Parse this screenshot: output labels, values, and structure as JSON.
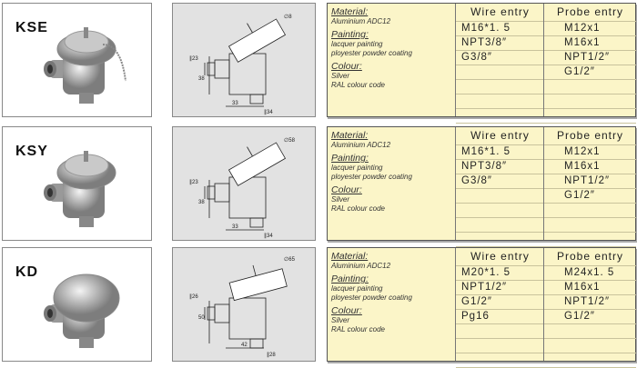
{
  "products": [
    {
      "code": "KSE",
      "material_label": "Material:",
      "material": "Aluminium ADC12",
      "painting_label": "Painting:",
      "painting": [
        "lacquer painting",
        "ployester powder coating"
      ],
      "colour_label": "Colour:",
      "colour": [
        "Silver",
        "RAL colour code"
      ],
      "wire_header": "Wire entry",
      "probe_header": "Probe entry",
      "wire": [
        "M16*1. 5",
        "NPT3/8″",
        "G3/8″",
        "",
        "",
        "",
        ""
      ],
      "probe": [
        "M12x1",
        "M16x1",
        "NPT1/2″",
        "G1/2″",
        "",
        "",
        ""
      ],
      "dims": {
        "head": "∅8",
        "entry": "∥23",
        "height": "38",
        "width": "33",
        "stem": "∥34"
      }
    },
    {
      "code": "KSY",
      "material_label": "Material:",
      "material": "Aluminium ADC12",
      "painting_label": "Painting:",
      "painting": [
        "lacquer painting",
        "ployester powder coating"
      ],
      "colour_label": "Colour:",
      "colour": [
        "Silver",
        "RAL colour code"
      ],
      "wire_header": "Wire entry",
      "probe_header": "Probe entry",
      "wire": [
        "M16*1. 5",
        "NPT3/8″",
        "G3/8″",
        "",
        "",
        "",
        ""
      ],
      "probe": [
        "M12x1",
        "M16x1",
        "NPT1/2″",
        "G1/2″",
        "",
        "",
        ""
      ],
      "dims": {
        "head": "∅58",
        "entry": "∥23",
        "height": "38",
        "width": "33",
        "stem": "∥34"
      }
    },
    {
      "code": "KD",
      "material_label": "Material:",
      "material": "Aluminium ADC12",
      "painting_label": "Painting:",
      "painting": [
        "lacquer painting",
        "ployester powder coating"
      ],
      "colour_label": "Colour:",
      "colour": [
        "Silver",
        "RAL colour code"
      ],
      "wire_header": "Wire entry",
      "probe_header": "Probe entry",
      "wire": [
        "M20*1. 5",
        "NPT1/2″",
        "G1/2″",
        "Pg16",
        "",
        "",
        ""
      ],
      "probe": [
        "M24x1. 5",
        "M16x1",
        "NPT1/2″",
        "G1/2″",
        "",
        "",
        ""
      ],
      "dims": {
        "head": "∅65",
        "entry": "∥26",
        "height": "50",
        "width": "42",
        "stem": "∥28"
      }
    }
  ]
}
